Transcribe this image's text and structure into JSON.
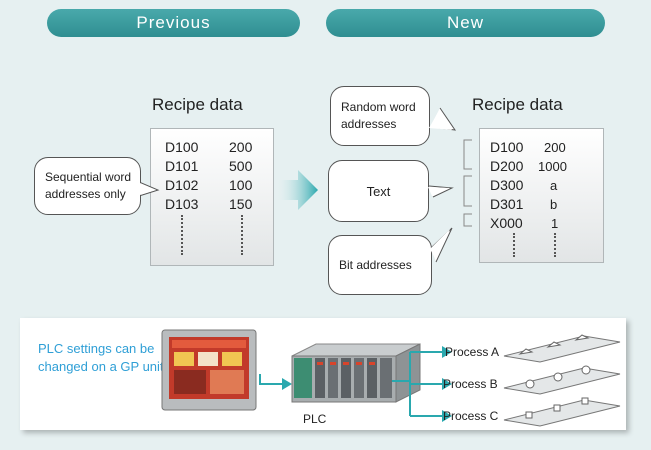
{
  "header": {
    "previous_label": "Previous",
    "new_label": "New"
  },
  "previous": {
    "title": "Recipe data",
    "rows": [
      {
        "addr": "D100",
        "val": "200"
      },
      {
        "addr": "D101",
        "val": "500"
      },
      {
        "addr": "D102",
        "val": "100"
      },
      {
        "addr": "D103",
        "val": "150"
      }
    ],
    "callout": "Sequential word addresses only"
  },
  "new": {
    "title": "Recipe data",
    "rows": [
      {
        "addr": "D100",
        "val": "200"
      },
      {
        "addr": "D200",
        "val": "1000"
      },
      {
        "addr": "D300",
        "val": "a"
      },
      {
        "addr": "D301",
        "val": "b"
      },
      {
        "addr": "X000",
        "val": "1"
      }
    ],
    "callouts": {
      "random": "Random word addresses",
      "text": "Text",
      "bit": "Bit addresses"
    }
  },
  "lower": {
    "plc_settings": "PLC settings can be changed on a GP unit.",
    "plc_label": "PLC",
    "processes": [
      "Process A",
      "Process B",
      "Process C"
    ]
  },
  "colors": {
    "accent": "#3a9a9d",
    "background": "#e6f0f1",
    "arrow": "#2aa8ae",
    "link_text": "#2f9fd6"
  }
}
